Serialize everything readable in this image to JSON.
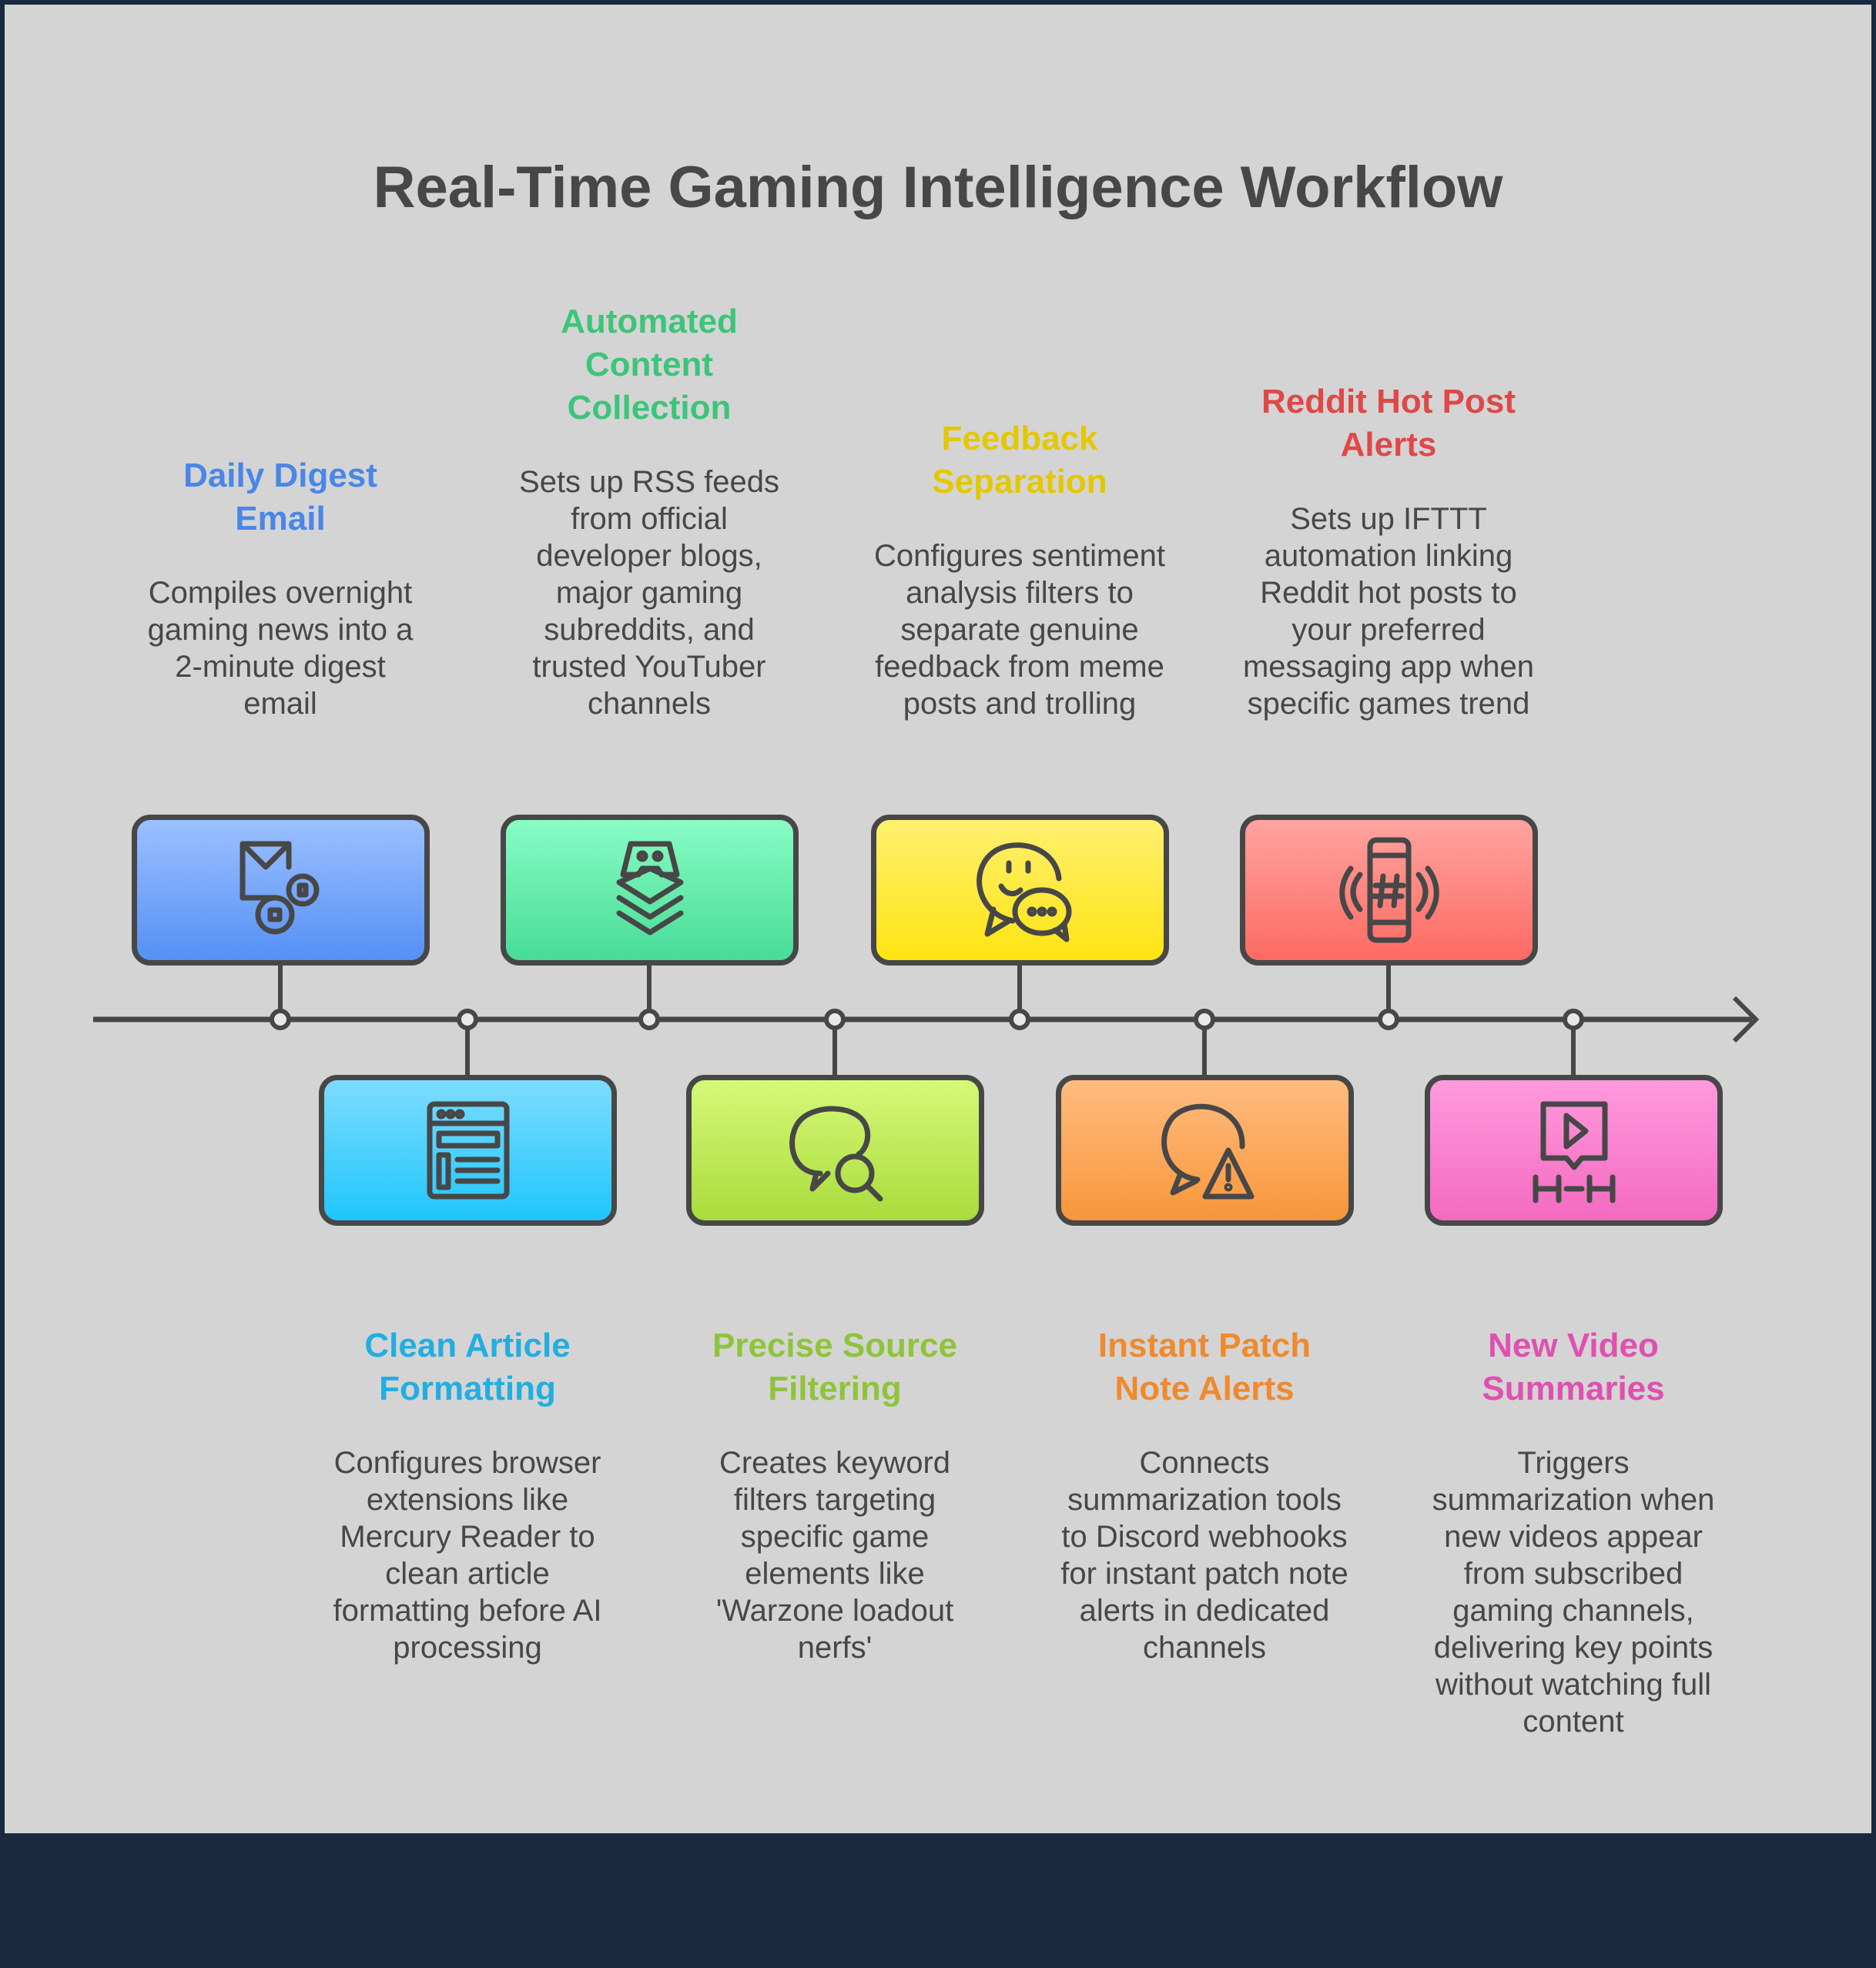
{
  "title": "Real-Time Gaming Intelligence Workflow",
  "steps": [
    {
      "title": "Daily Digest Email",
      "text": "Compiles overnight gaming news into a 2-minute digest email",
      "icon": "email-settings-icon",
      "color": "#4a86e8"
    },
    {
      "title": "Clean Article Formatting",
      "text": "Configures browser extensions like Mercury Reader to clean article formatting before AI processing",
      "icon": "browser-article-icon",
      "color": "#22aee0"
    },
    {
      "title": "Automated Content Collection",
      "text": "Sets up RSS feeds from official developer blogs, major gaming subreddits, and trusted YouTuber channels",
      "icon": "gamepad-layers-icon",
      "color": "#3cc57a"
    },
    {
      "title": "Precise Source Filtering",
      "text": "Creates keyword filters targeting specific game elements like 'Warzone loadout nerfs'",
      "icon": "chat-search-icon",
      "color": "#8fc43a"
    },
    {
      "title": "Feedback Separation",
      "text": "Configures sentiment analysis filters to separate genuine feedback from meme posts and trolling",
      "icon": "chat-bubbles-icon",
      "color": "#e3c800"
    },
    {
      "title": "Instant Patch Note Alerts",
      "text": "Connects summarization tools to Discord webhooks for instant patch note alerts in dedicated channels",
      "icon": "chat-warning-icon",
      "color": "#f08a2c"
    },
    {
      "title": "Reddit Hot Post Alerts",
      "text": "Sets up IFTTT automation linking Reddit hot posts to your preferred messaging app when specific games trend",
      "icon": "phone-hashtag-icon",
      "color": "#e04848"
    },
    {
      "title": "New Video Summaries",
      "text": "Triggers summarization when new videos appear from subscribed gaming channels, delivering key points without watching full content",
      "icon": "video-timeline-icon",
      "color": "#e050b0"
    }
  ],
  "box_gradients": [
    [
      "#9cc0ff",
      "#5590f5"
    ],
    [
      "#7ddcff",
      "#1fc6fc"
    ],
    [
      "#88fcc4",
      "#48dc98"
    ],
    [
      "#d6f878",
      "#a9dc3c"
    ],
    [
      "#fff070",
      "#fee412"
    ],
    [
      "#ffbc80",
      "#f8963a"
    ],
    [
      "#ffa4a0",
      "#fc6a62"
    ],
    [
      "#ff9ade",
      "#f46abf"
    ]
  ]
}
